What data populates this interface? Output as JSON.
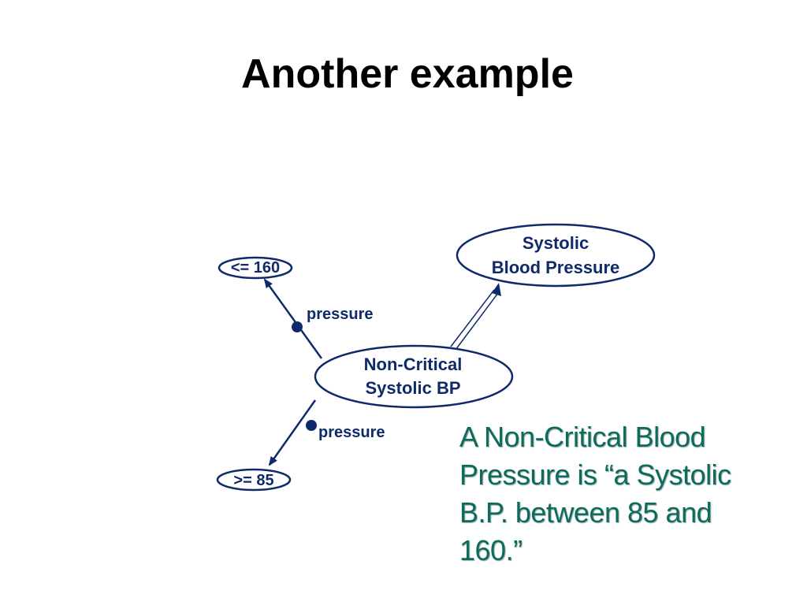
{
  "slide": {
    "title": "Another example"
  },
  "diagram": {
    "center_node": {
      "line1": "Non-Critical",
      "line2": "Systolic BP"
    },
    "parent_node": {
      "line1": "Systolic",
      "line2": "Blood Pressure"
    },
    "upper_bound_node": {
      "label": "<= 160"
    },
    "lower_bound_node": {
      "label": ">=  85"
    },
    "upper_relation_label": "pressure",
    "lower_relation_label": "pressure",
    "colors": {
      "node_stroke": "#0f2a6b",
      "node_text": "#0f2a6b",
      "caption_text": "#0d6b5e"
    }
  },
  "caption": {
    "line1": "A Non-Critical Blood",
    "line2": "Pressure is “a Systolic",
    "line3": "B.P. between 85 and",
    "line4": "160.”"
  }
}
